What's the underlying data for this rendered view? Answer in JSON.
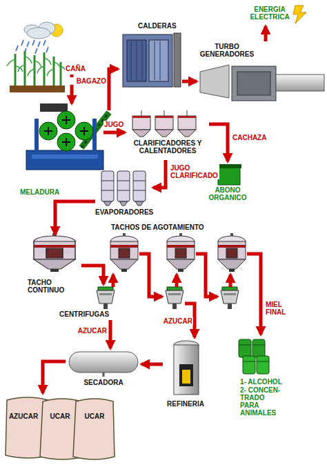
{
  "diagram": {
    "nodes": [
      {
        "text": [
          "ENERGIA ELECTRICA"
        ]
      },
      {
        "text": [
          "CALDERAS"
        ]
      },
      {
        "text": [
          "TURBO GENERADORES"
        ]
      },
      {
        "text": [
          "CLARIFICADORES Y CALENTADORES"
        ]
      },
      {
        "text": [
          "ABONO ORGANICO"
        ]
      },
      {
        "text": [
          "EVAPORADORES"
        ]
      },
      {
        "text": [
          "TACHO CONTINUO"
        ]
      },
      {
        "text": [
          "CENTRIFUGAS"
        ]
      },
      {
        "text": [
          "1- ALCOHOL",
          "2- CONCEN- TRADO PARA ANIMALES"
        ]
      },
      {
        "text": [
          "SECADORA"
        ]
      },
      {
        "text": [
          "REFINERIA"
        ]
      },
      {
        "text": [
          "AZUCAR",
          "UCAR",
          "UCAR"
        ]
      }
    ],
    "edges": [
      {
        "from": 1,
        "to": 2,
        "arrow": "to"
      },
      {
        "from": 2,
        "to": 0,
        "arrow": "to"
      },
      {
        "from": 3,
        "to": 4,
        "label": "CACHAZA",
        "arrow": "to"
      },
      {
        "from": 3,
        "to": 5,
        "label": "JUGO CLARIFICADO",
        "arrow": "to"
      },
      {
        "from": 5,
        "to": 6,
        "label": "MELADURA",
        "arrow": "to"
      },
      {
        "from": 6,
        "to": 7,
        "arrow": "to"
      },
      {
        "from": 7,
        "to": 9,
        "label": "AZUCAR",
        "arrow": "to"
      },
      {
        "from": 10,
        "to": 9,
        "arrow": "to"
      },
      {
        "from": 9,
        "to": 11,
        "arrow": "to"
      }
    ],
    "labels": [
      "CAÑA",
      "BAGAZO",
      "JUGO",
      "TACHOS DE AGOTAMIENTO",
      "AZUCAR",
      "MIEL FINAL"
    ]
  }
}
